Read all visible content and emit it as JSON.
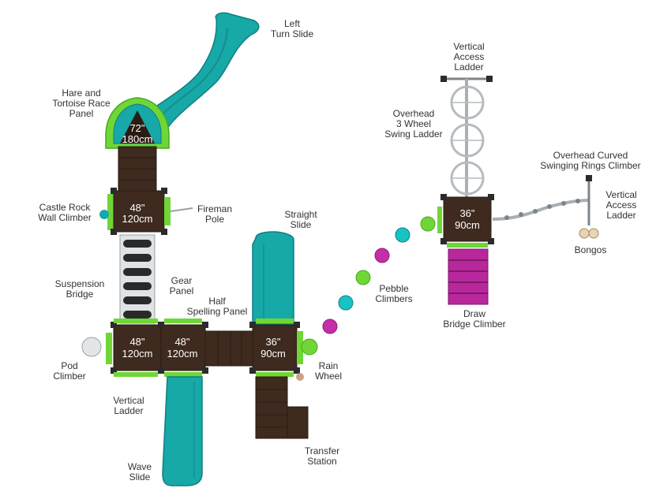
{
  "colors": {
    "deck": "#3e2a1e",
    "deck_dark": "#2a1c13",
    "post": "#2b2b2b",
    "teal": "#17a8a8",
    "teal_dark": "#0f7f80",
    "lime": "#6fd636",
    "lime_dark": "#47a820",
    "magenta": "#b8289c",
    "silver": "#c9ced2",
    "label": "#333333"
  },
  "decks": [
    {
      "in": "72\"",
      "cm": "180cm"
    },
    {
      "in": "48\"",
      "cm": "120cm"
    },
    {
      "in": "48\"",
      "cm": "120cm"
    },
    {
      "in": "48\"",
      "cm": "120cm"
    },
    {
      "in": "36\"",
      "cm": "90cm"
    },
    {
      "in": "36\"",
      "cm": "90cm"
    }
  ],
  "labels": {
    "left_turn_slide": [
      "Left",
      "Turn Slide"
    ],
    "hare_tortoise": [
      "Hare and",
      "Tortoise Race",
      "Panel"
    ],
    "castle_rock": [
      "Castle Rock",
      "Wall Climber"
    ],
    "fireman_pole": [
      "Fireman",
      "Pole"
    ],
    "straight_slide": [
      "Straight",
      "Slide"
    ],
    "suspension_bridge": [
      "Suspension",
      "Bridge"
    ],
    "gear_panel": [
      "Gear",
      "Panel"
    ],
    "half_spelling": [
      "Half",
      "Spelling Panel"
    ],
    "pod_climber": [
      "Pod",
      "Climber"
    ],
    "vertical_ladder": [
      "Vertical",
      "Ladder"
    ],
    "rain_wheel": [
      "Rain",
      "Wheel"
    ],
    "wave_slide": [
      "Wave",
      "Slide"
    ],
    "transfer_station": [
      "Transfer",
      "Station"
    ],
    "pebble_climbers": [
      "Pebble",
      "Climbers"
    ],
    "draw_bridge": [
      "Draw",
      "Bridge Climber"
    ],
    "vertical_access_top": [
      "Vertical",
      "Access",
      "Ladder"
    ],
    "overhead_3_wheel": [
      "Overhead",
      "3 Wheel",
      "Swing Ladder"
    ],
    "overhead_curved": [
      "Overhead Curved",
      "Swinging Rings Climber"
    ],
    "vertical_access_right": [
      "Vertical",
      "Access",
      "Ladder"
    ],
    "bongos": [
      "Bongos"
    ]
  }
}
